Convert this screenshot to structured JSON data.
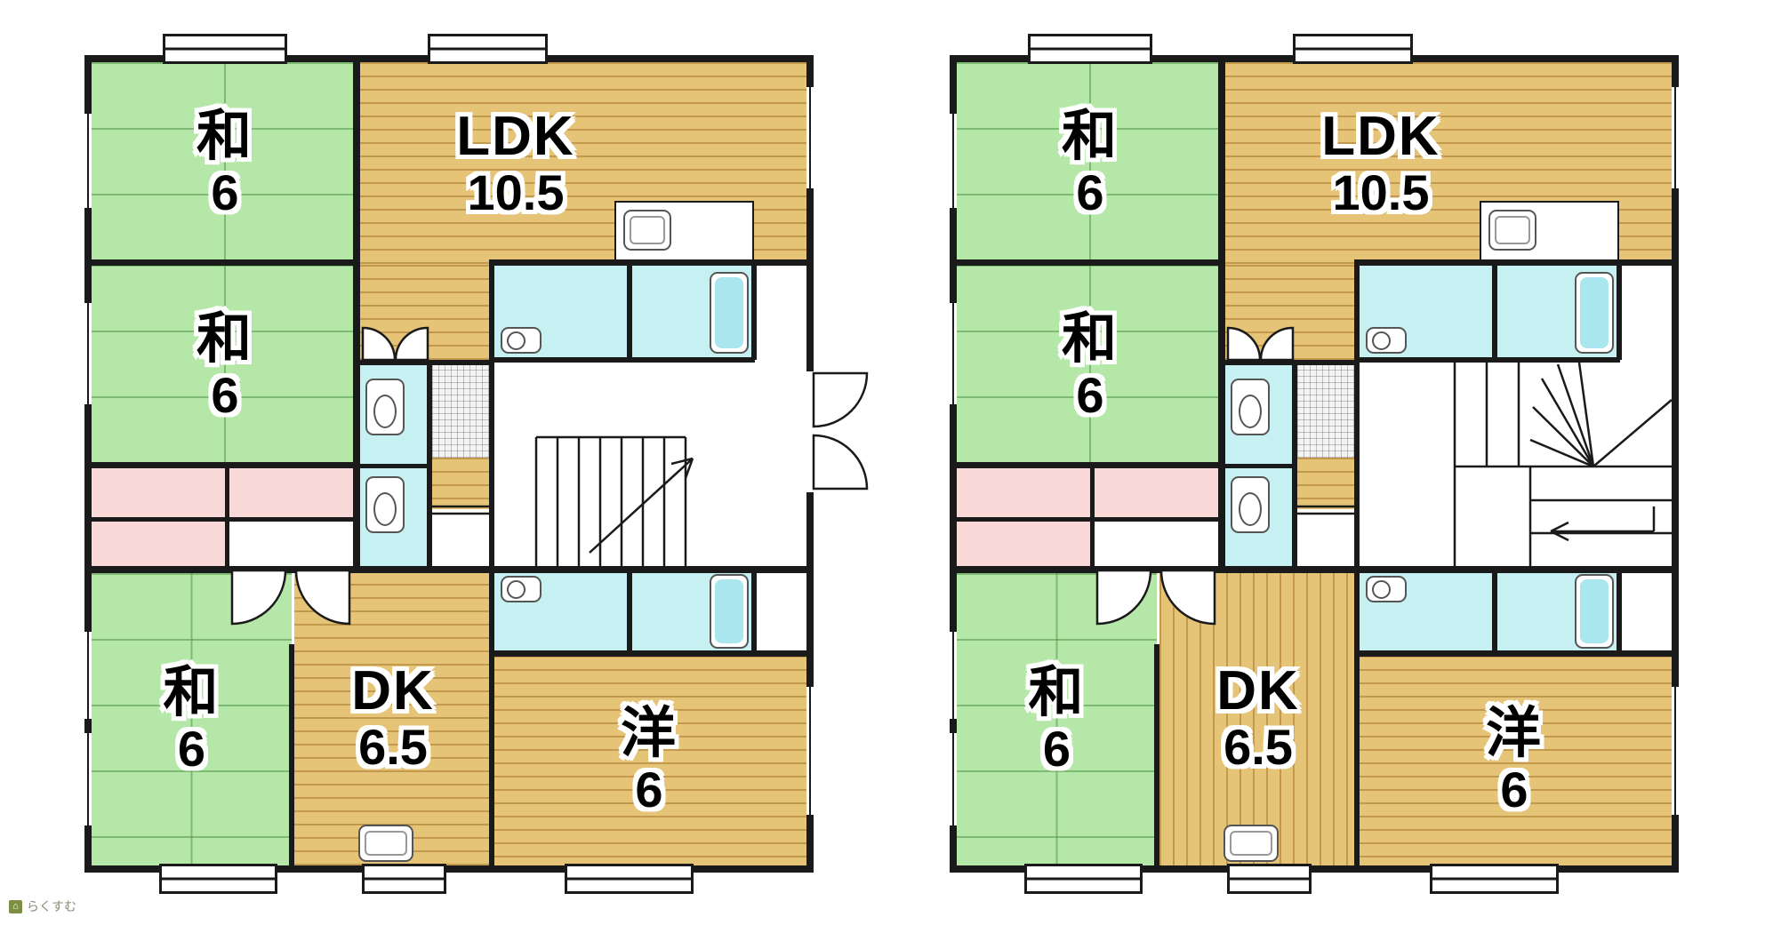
{
  "branding": {
    "logo_text": "らくすむ",
    "logo_glyph": "⌂"
  },
  "palette": {
    "tatami_green": "#b5e7a9",
    "wood_tan": "#e6c477",
    "bath_cyan": "#c6f0f2",
    "closet_pink": "#f8d9d7",
    "wall_black": "#1a1a1a"
  },
  "floors": {
    "left": {
      "rooms": {
        "washitsu_top": {
          "label": "和",
          "size": "6"
        },
        "washitsu_mid": {
          "label": "和",
          "size": "6"
        },
        "ldk": {
          "label": "LDK",
          "size": "10.5"
        },
        "washitsu_bottom": {
          "label": "和",
          "size": "6"
        },
        "dk": {
          "label": "DK",
          "size": "6.5"
        },
        "western": {
          "label": "洋",
          "size": "6"
        }
      }
    },
    "right": {
      "rooms": {
        "washitsu_top": {
          "label": "和",
          "size": "6"
        },
        "washitsu_mid": {
          "label": "和",
          "size": "6"
        },
        "ldk": {
          "label": "LDK",
          "size": "10.5"
        },
        "washitsu_bottom": {
          "label": "和",
          "size": "6"
        },
        "dk": {
          "label": "DK",
          "size": "6.5"
        },
        "western": {
          "label": "洋",
          "size": "6"
        }
      }
    }
  }
}
